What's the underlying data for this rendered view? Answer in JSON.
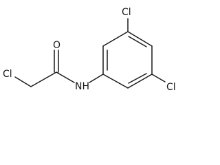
{
  "molecule": {
    "atoms": {
      "cl_alkyl": "Cl",
      "oxygen": "O",
      "nitrogen_hydrogen": "NH",
      "cl_ring_top": "Cl",
      "cl_ring_bottom": "Cl"
    }
  }
}
